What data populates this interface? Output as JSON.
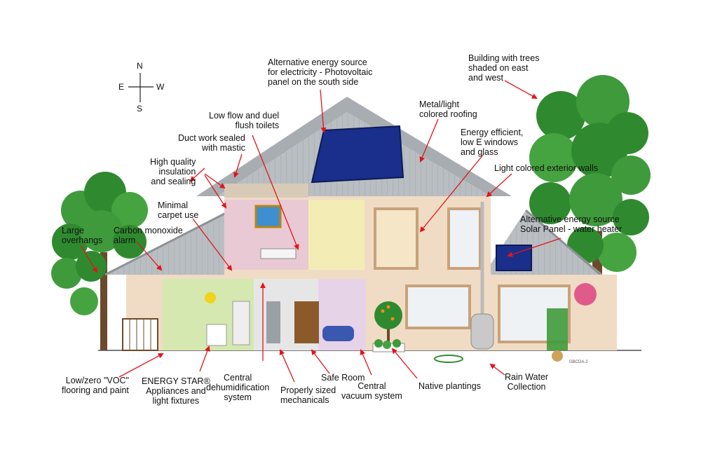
{
  "compass": {
    "n": "N",
    "e": "E",
    "w": "W",
    "s": "S"
  },
  "labels": {
    "alt_energy_pv": [
      "Alternative energy source",
      "for electricity - Photovoltaic",
      "panel on the south side"
    ],
    "trees": [
      "Building with trees",
      "shaded on east",
      "and west"
    ],
    "roofing": [
      "Metal/light",
      "colored roofing"
    ],
    "toilets": [
      "Low flow and duel",
      "flush toilets"
    ],
    "duct": [
      "Duct work sealed",
      "with mastic"
    ],
    "windows": [
      "Energy efficient,",
      "low E windows",
      "and glass"
    ],
    "insulation": [
      "High quality",
      "insulation",
      "and sealing"
    ],
    "exterior_walls": [
      "Light colored exterior walls"
    ],
    "carpet": [
      "Minimal",
      "carpet use"
    ],
    "solar_water": [
      "Alternative energy source",
      "Solar Panel - water heater"
    ],
    "overhangs": [
      "Large",
      "overhangs"
    ],
    "co_alarm": [
      "Carbon monoxide",
      "alarm"
    ],
    "voc": [
      "Low/zero \"VOC\"",
      "flooring and paint"
    ],
    "energy_star": [
      "ENERGY STAR®",
      "Appliances and",
      "light fixtures"
    ],
    "dehumid": [
      "Central",
      "dehumidification",
      "system"
    ],
    "mechanicals": [
      "Properly sized",
      "mechanicals"
    ],
    "safe_room": [
      "Safe Room"
    ],
    "vacuum": [
      "Central",
      "vacuum system"
    ],
    "plantings": [
      "Native plantings"
    ],
    "rain": [
      "Rain Water",
      "Collection"
    ]
  },
  "image_code": "GBCDA-2",
  "colors": {
    "roof": "#b7bcc0",
    "wall": "#f0dcc4",
    "arrow": "#e3141a",
    "tree": "#2f8a2f",
    "panel": "#1a2f8c"
  }
}
